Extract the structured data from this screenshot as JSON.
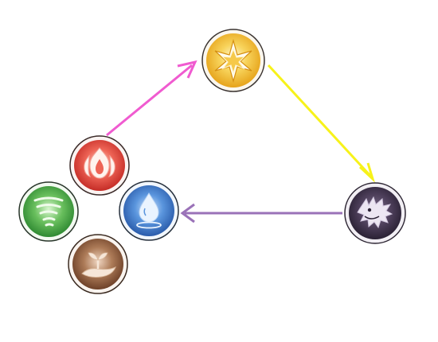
{
  "diagram": {
    "nodes": [
      {
        "id": "light",
        "icon": "sun-star-icon",
        "color": "#f3c431"
      },
      {
        "id": "dark",
        "icon": "shadow-beast-icon",
        "color": "#5a4a66"
      },
      {
        "id": "fire",
        "icon": "flame-icon",
        "color": "#e0453a"
      },
      {
        "id": "water",
        "icon": "water-drop-icon",
        "color": "#3f7fcf"
      },
      {
        "id": "wind",
        "icon": "tornado-icon",
        "color": "#4fb04a"
      },
      {
        "id": "earth",
        "icon": "sprout-icon",
        "color": "#9a6a49"
      }
    ],
    "edges": [
      {
        "from": "fire",
        "to": "light",
        "color": "#f05bd0"
      },
      {
        "from": "light",
        "to": "dark",
        "color": "#f7f21a"
      },
      {
        "from": "dark",
        "to": "water",
        "color": "#9a72b8"
      }
    ]
  }
}
